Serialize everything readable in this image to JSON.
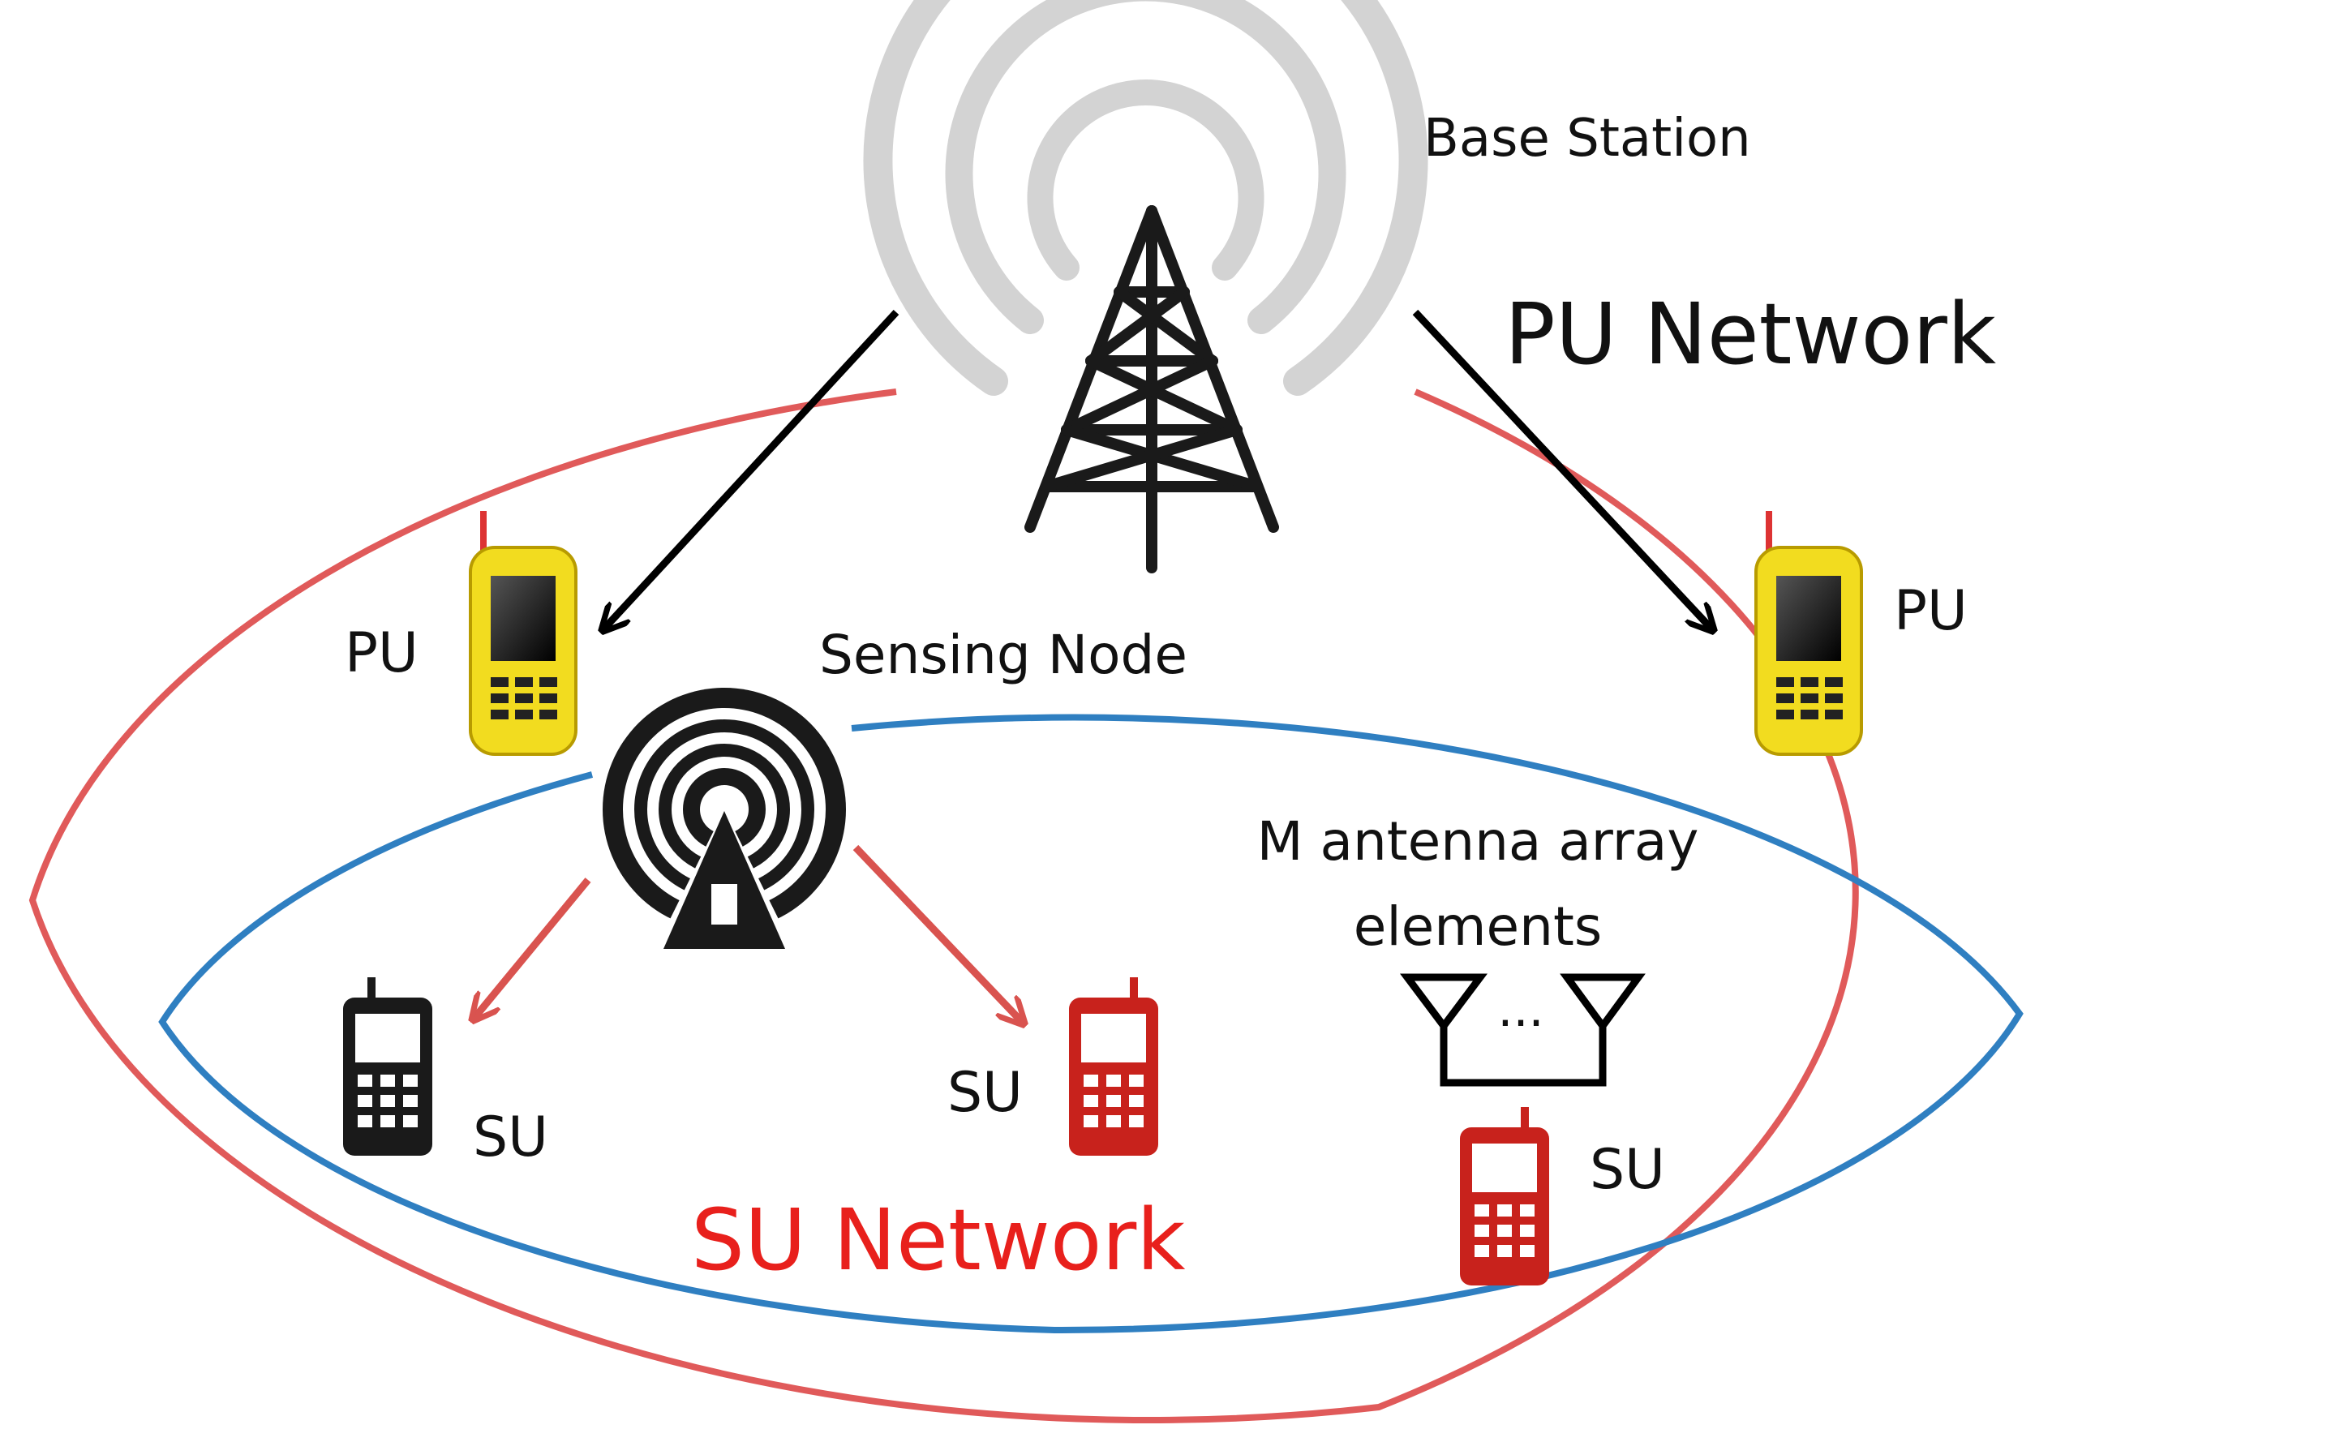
{
  "labels": {
    "base_station": "Base Station",
    "pu_network": "PU Network",
    "pu_left": "PU",
    "pu_right": "PU",
    "sensing_node": "Sensing Node",
    "antenna_line1": "M antenna array",
    "antenna_line2": "elements",
    "antenna_dots": "...",
    "su_left": "SU",
    "su_middle": "SU",
    "su_right": "SU",
    "su_network": "SU Network"
  },
  "colors": {
    "pu_network_ellipse": "#e05a5a",
    "su_network_ellipse": "#2f7fc1",
    "su_network_text": "#e8201c",
    "pu_arrows": "#000000",
    "su_arrows": "#d9534f",
    "tower_waves": "#d3d3d3",
    "pu_phone": "#f2dc1f",
    "su_phone_red": "#c8221c",
    "su_phone_black": "#1a1a1a"
  },
  "icons": [
    "cell-tower-icon",
    "sensing-node-icon",
    "pu-phone-icon",
    "su-phone-icon",
    "antenna-array-icon"
  ]
}
